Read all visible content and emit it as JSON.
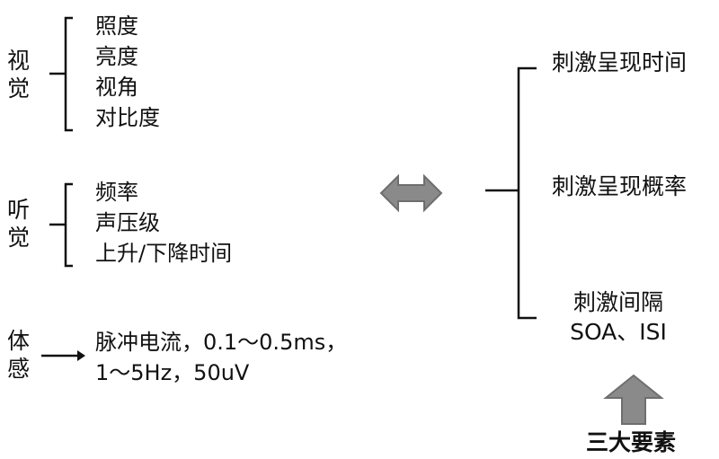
{
  "left": {
    "vision": {
      "label_chars": [
        "视",
        "觉"
      ],
      "items": [
        "照度",
        "亮度",
        "视角",
        "对比度"
      ]
    },
    "hearing": {
      "label_chars": [
        "听",
        "觉"
      ],
      "items": [
        "频率",
        "声压级",
        "上升/下降时间"
      ]
    },
    "touch": {
      "label_chars": [
        "体",
        "感"
      ],
      "lines": [
        "脉冲电流，0.1～0.5ms，",
        "1～5Hz，50uV"
      ]
    }
  },
  "right": {
    "items": [
      "刺激呈现时间",
      "刺激呈现概率"
    ],
    "interval": {
      "lines": [
        "刺激间隔",
        "SOA、ISI"
      ]
    },
    "caption": "三大要素"
  },
  "colors": {
    "line": "#111111",
    "arrow_fill": "#8a8a8a",
    "arrow_stroke": "#6e6e6e"
  },
  "icons": {
    "double_arrow": "left-right-arrow-icon",
    "up_arrow": "up-arrow-icon",
    "right_arrow": "right-arrow-icon"
  }
}
